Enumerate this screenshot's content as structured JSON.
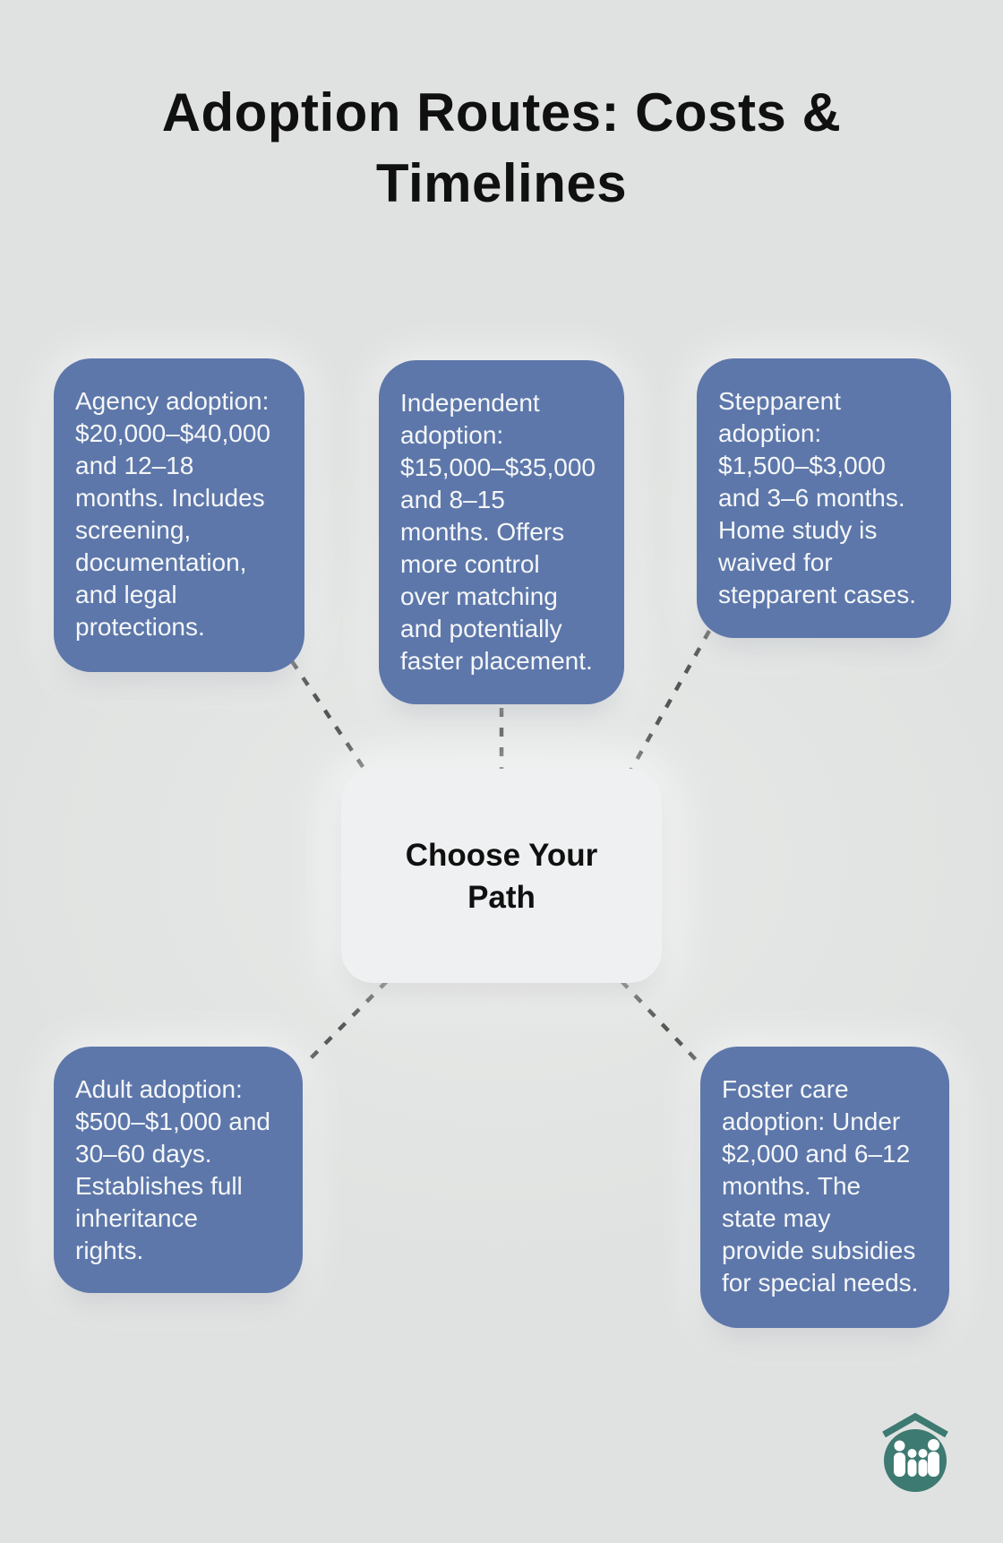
{
  "title": "Adoption Routes: Costs &\nTimelines",
  "center": {
    "label": "Choose Your\nPath"
  },
  "nodes": [
    {
      "id": "agency-adoption",
      "text": "Agency adoption:\n$20,000–$40,000\nand 12–18\nmonths. Includes\nscreening,\ndocumentation,\nand legal\nprotections."
    },
    {
      "id": "independent-adoption",
      "text": "Independent\nadoption:\n$15,000–$35,000\nand 8–15\nmonths. Offers\nmore control\nover matching\nand potentially\nfaster placement."
    },
    {
      "id": "stepparent-adoption",
      "text": "Stepparent\nadoption:\n$1,500–$3,000\nand 3–6 months.\nHome study is\nwaived for\nstepparent cases."
    },
    {
      "id": "adult-adoption",
      "text": "Adult adoption:\n$500–$1,000 and\n30–60 days.\nEstablishes full\ninheritance\nrights."
    },
    {
      "id": "foster-care-adoption",
      "text": "Foster care\nadoption: Under\n$2,000 and 6–12\nmonths. The\nstate may\nprovide subsidies\nfor special needs."
    }
  ],
  "logo": {
    "icon": "family-under-roof-logo"
  },
  "colors": {
    "background": "#e0e2e1",
    "background_light": "#e7e9e8",
    "title_color": "#101010",
    "node_bg": "#5d77aa",
    "node_text": "#f5f7f9",
    "center_bg": "#eef0f1",
    "connector": "#555555",
    "logo_teal": "#3d7a71"
  }
}
